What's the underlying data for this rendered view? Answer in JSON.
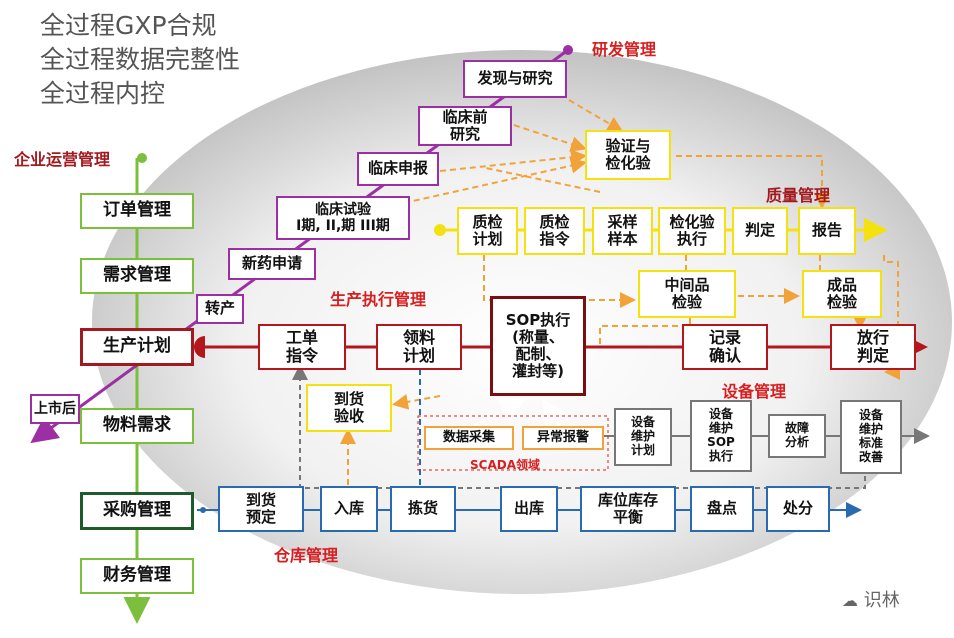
{
  "headings": [
    "全过程GXP合规",
    "全过程数据完整性",
    "全过程内控"
  ],
  "sections": {
    "rd": "研发管理",
    "enterprise": "企业运营管理",
    "quality": "质量管理",
    "production": "生产执行管理",
    "equipment": "设备管理",
    "scada": "SCADA领域",
    "warehouse": "仓库管理"
  },
  "enterprise": [
    "订单管理",
    "需求管理",
    "生产计划",
    "物料需求",
    "采购管理",
    "财务管理"
  ],
  "rd_steps": [
    "发现与研究",
    "临床前\n研究",
    "临床申报",
    "临床试验\nI期, II,期 III期",
    "新药申请",
    "转产",
    "上市后"
  ],
  "verify": "验证与\n检化验",
  "quality": [
    "质检\n计划",
    "质检\n指令",
    "采样\n样本",
    "检化验\n执行",
    "判定",
    "报告"
  ],
  "inspection": [
    "中间品\n检验",
    "成品\n检验"
  ],
  "production": [
    "工单\n指令",
    "领料\n计划",
    "SOP执行\n(称量、\n配制、\n灌封等)",
    "记录\n确认",
    "放行\n判定"
  ],
  "arrival": "到货\n验收",
  "scada_items": [
    "数据采集",
    "异常报警"
  ],
  "equipment": [
    "设备\n维护\n计划",
    "设备\n维护\nSOP\n执行",
    "故障\n分析",
    "设备\n维护\n标准\n改善"
  ],
  "warehouse": [
    "到货\n预定",
    "入库",
    "拣货",
    "出库",
    "库位库存\n平衡",
    "盘点",
    "处分"
  ],
  "watermark": "识林",
  "colors": {
    "enterprise": "#7bbf3c",
    "rd": "#9b2fa3",
    "quality": "#f4e210",
    "production": "#b3161c",
    "warehouse": "#2a6ab0",
    "equipment": "#777777",
    "scada": "#f1a33a"
  }
}
